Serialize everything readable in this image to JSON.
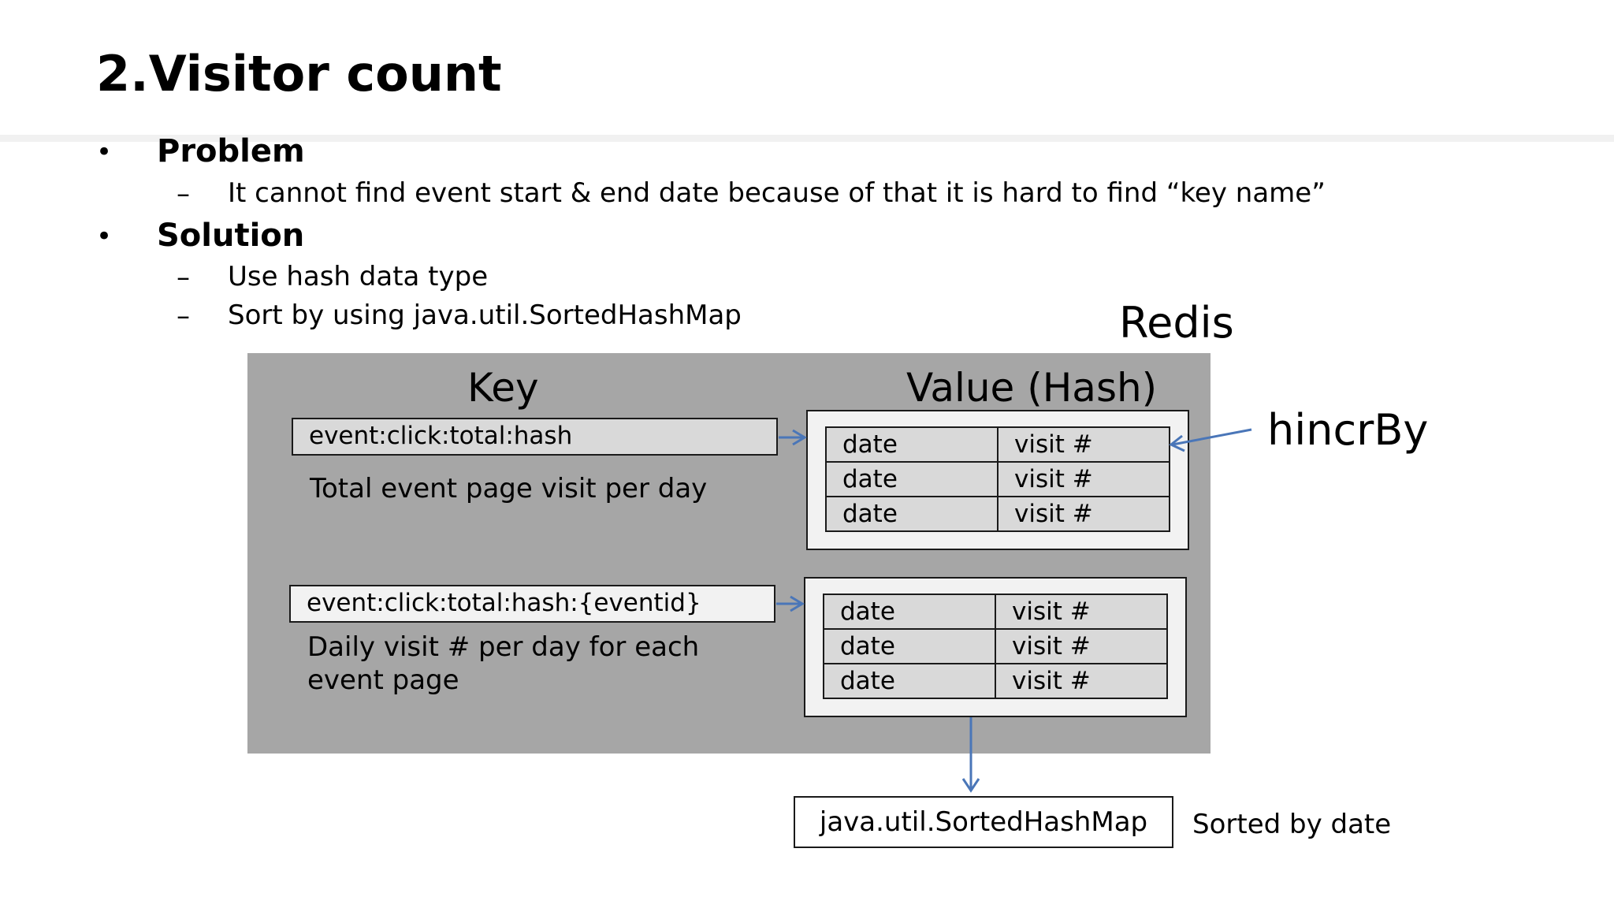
{
  "slide": {
    "title": "2.Visitor count",
    "bullets": [
      {
        "marker": "•",
        "heading": "Problem",
        "subitems": [
          {
            "marker": "–",
            "text": "It cannot find event start & end date because of that it is hard to find “key name”"
          }
        ]
      },
      {
        "marker": "•",
        "heading": "Solution",
        "subitems": [
          {
            "marker": "–",
            "text": "Use hash data type"
          },
          {
            "marker": "–",
            "text": "Sort by using java.util.SortedHashMap"
          }
        ]
      }
    ]
  },
  "diagram": {
    "redis_label": "Redis",
    "key_header": "Key",
    "value_header": "Value (Hash)",
    "hincr_label": "hincrBy",
    "rows": [
      {
        "key": "event:click:total:hash",
        "description": "Total event page visit per day",
        "hash": [
          {
            "field": "date",
            "value": "visit #"
          },
          {
            "field": "date",
            "value": "visit #"
          },
          {
            "field": "date",
            "value": "visit #"
          }
        ]
      },
      {
        "key": "event:click:total:hash:{eventid}",
        "description": "Daily visit # per day for each event page",
        "hash": [
          {
            "field": "date",
            "value": "visit #"
          },
          {
            "field": "date",
            "value": "visit #"
          },
          {
            "field": "date",
            "value": "visit #"
          }
        ]
      }
    ],
    "sorted_map": "java.util.SortedHashMap",
    "sorted_note": "Sorted by date",
    "colors": {
      "panel": "#a6a6a6",
      "key_box_1": "#d9d9d9",
      "key_box_2": "#f2f2f2",
      "hash_cells": "#d9d9d9",
      "arrow": "#4a76b8"
    }
  }
}
